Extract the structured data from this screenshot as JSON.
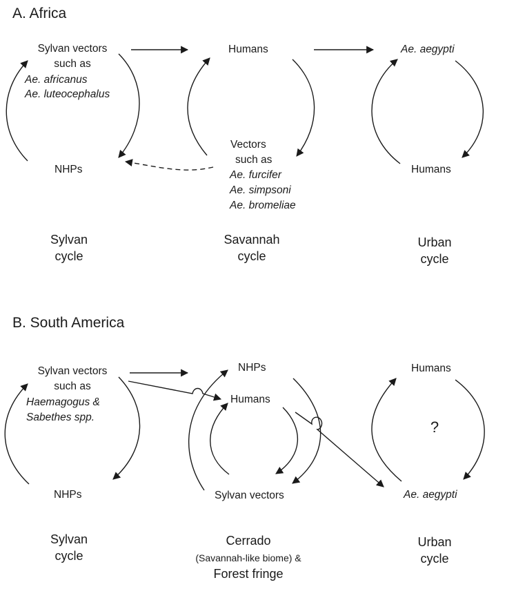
{
  "panelA": {
    "title": "A. Africa",
    "sylvan": {
      "top_line1": "Sylvan vectors",
      "top_line2": "such as",
      "top_sp1": "Ae. africanus",
      "top_sp2": "Ae. luteocephalus",
      "bottom": "NHPs",
      "cycle1": "Sylvan",
      "cycle2": "cycle"
    },
    "savannah": {
      "top": "Humans",
      "bottom_line1": "Vectors",
      "bottom_line2": "such as",
      "bottom_sp1": "Ae. furcifer",
      "bottom_sp2": "Ae. simpsoni",
      "bottom_sp3": "Ae. bromeliae",
      "cycle1": "Savannah",
      "cycle2": "cycle"
    },
    "urban": {
      "top": "Ae. aegypti",
      "bottom": "Humans",
      "cycle1": "Urban",
      "cycle2": "cycle"
    }
  },
  "panelB": {
    "title": "B. South America",
    "sylvan": {
      "top_line1": "Sylvan vectors",
      "top_line2": "such as",
      "top_sp1": "Haemagogus &",
      "top_sp2": "Sabethes spp.",
      "bottom": "NHPs",
      "cycle1": "Sylvan",
      "cycle2": "cycle"
    },
    "cerrado": {
      "top": "NHPs",
      "middle": "Humans",
      "bottom": "Sylvan vectors",
      "cycle1": "Cerrado",
      "cycle2": "(Savannah-like biome) &",
      "cycle3": "Forest fringe"
    },
    "urban": {
      "top": "Humans",
      "center": "?",
      "bottom": "Ae. aegypti",
      "cycle1": "Urban",
      "cycle2": "cycle"
    }
  },
  "colors": {
    "ink": "#1a1a1a",
    "background": "#ffffff"
  }
}
